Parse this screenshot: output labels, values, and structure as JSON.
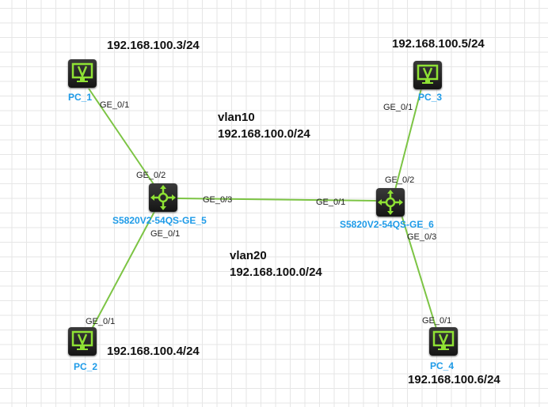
{
  "colors": {
    "link": "#7cc444",
    "device_name": "#1e9be8",
    "icon": "#8fe234"
  },
  "devices": [
    {
      "id": "pc1",
      "name": "PC_1",
      "type": "pc",
      "ip": "192.168.100.3/24"
    },
    {
      "id": "pc2",
      "name": "PC_2",
      "type": "pc",
      "ip": "192.168.100.4/24"
    },
    {
      "id": "pc3",
      "name": "PC_3",
      "type": "pc",
      "ip": "192.168.100.5/24"
    },
    {
      "id": "pc4",
      "name": "PC_4",
      "type": "pc",
      "ip": "192.168.100.6/24"
    },
    {
      "id": "sw1",
      "name": "S5820V2-54QS-GE_5",
      "type": "switch"
    },
    {
      "id": "sw2",
      "name": "S5820V2-54QS-GE_6",
      "type": "switch"
    }
  ],
  "links": [
    {
      "a": "pc1",
      "a_port": "GE_0/1",
      "b": "sw1",
      "b_port": "GE_0/2"
    },
    {
      "a": "sw1",
      "a_port": "GE_0/3",
      "b": "sw2",
      "b_port": "GE_0/1"
    },
    {
      "a": "sw1",
      "a_port": "GE_0/1",
      "b": "pc2",
      "b_port": "GE_0/1"
    },
    {
      "a": "pc3",
      "a_port": "GE_0/1",
      "b": "sw2",
      "b_port": "GE_0/2"
    },
    {
      "a": "sw2",
      "a_port": "GE_0/3",
      "b": "pc4",
      "b_port": "GE_0/1"
    }
  ],
  "notes": [
    {
      "vlan": "vlan10",
      "subnet": "192.168.100.0/24"
    },
    {
      "vlan": "vlan20",
      "subnet": "192.168.100.0/24"
    }
  ]
}
